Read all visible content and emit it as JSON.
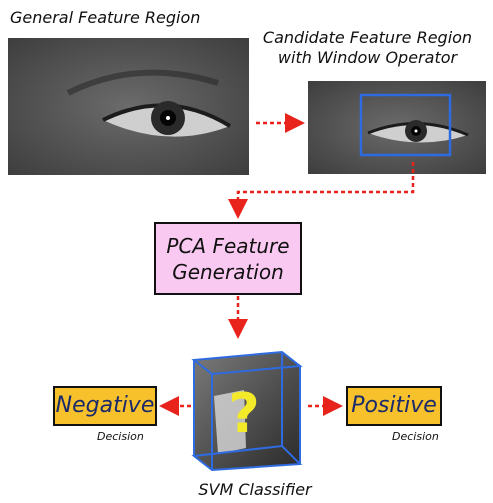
{
  "labels": {
    "general_region": "General Feature Region",
    "candidate_region": "Candidate Feature Region\nwith Window Operator",
    "pca_line1": "PCA Feature",
    "pca_line2": "Generation",
    "negative": "Negative",
    "positive": "Positive",
    "negative_decision": "Decision",
    "positive_decision": "Decision",
    "svm": "SVM Classifier",
    "question": "?"
  },
  "colors": {
    "arrow": "#e8231c",
    "pca_fill": "#f9c9f1",
    "decision_fill": "#f6c12b",
    "window": "#2f6be0",
    "cube_edge": "#2f6be0"
  }
}
